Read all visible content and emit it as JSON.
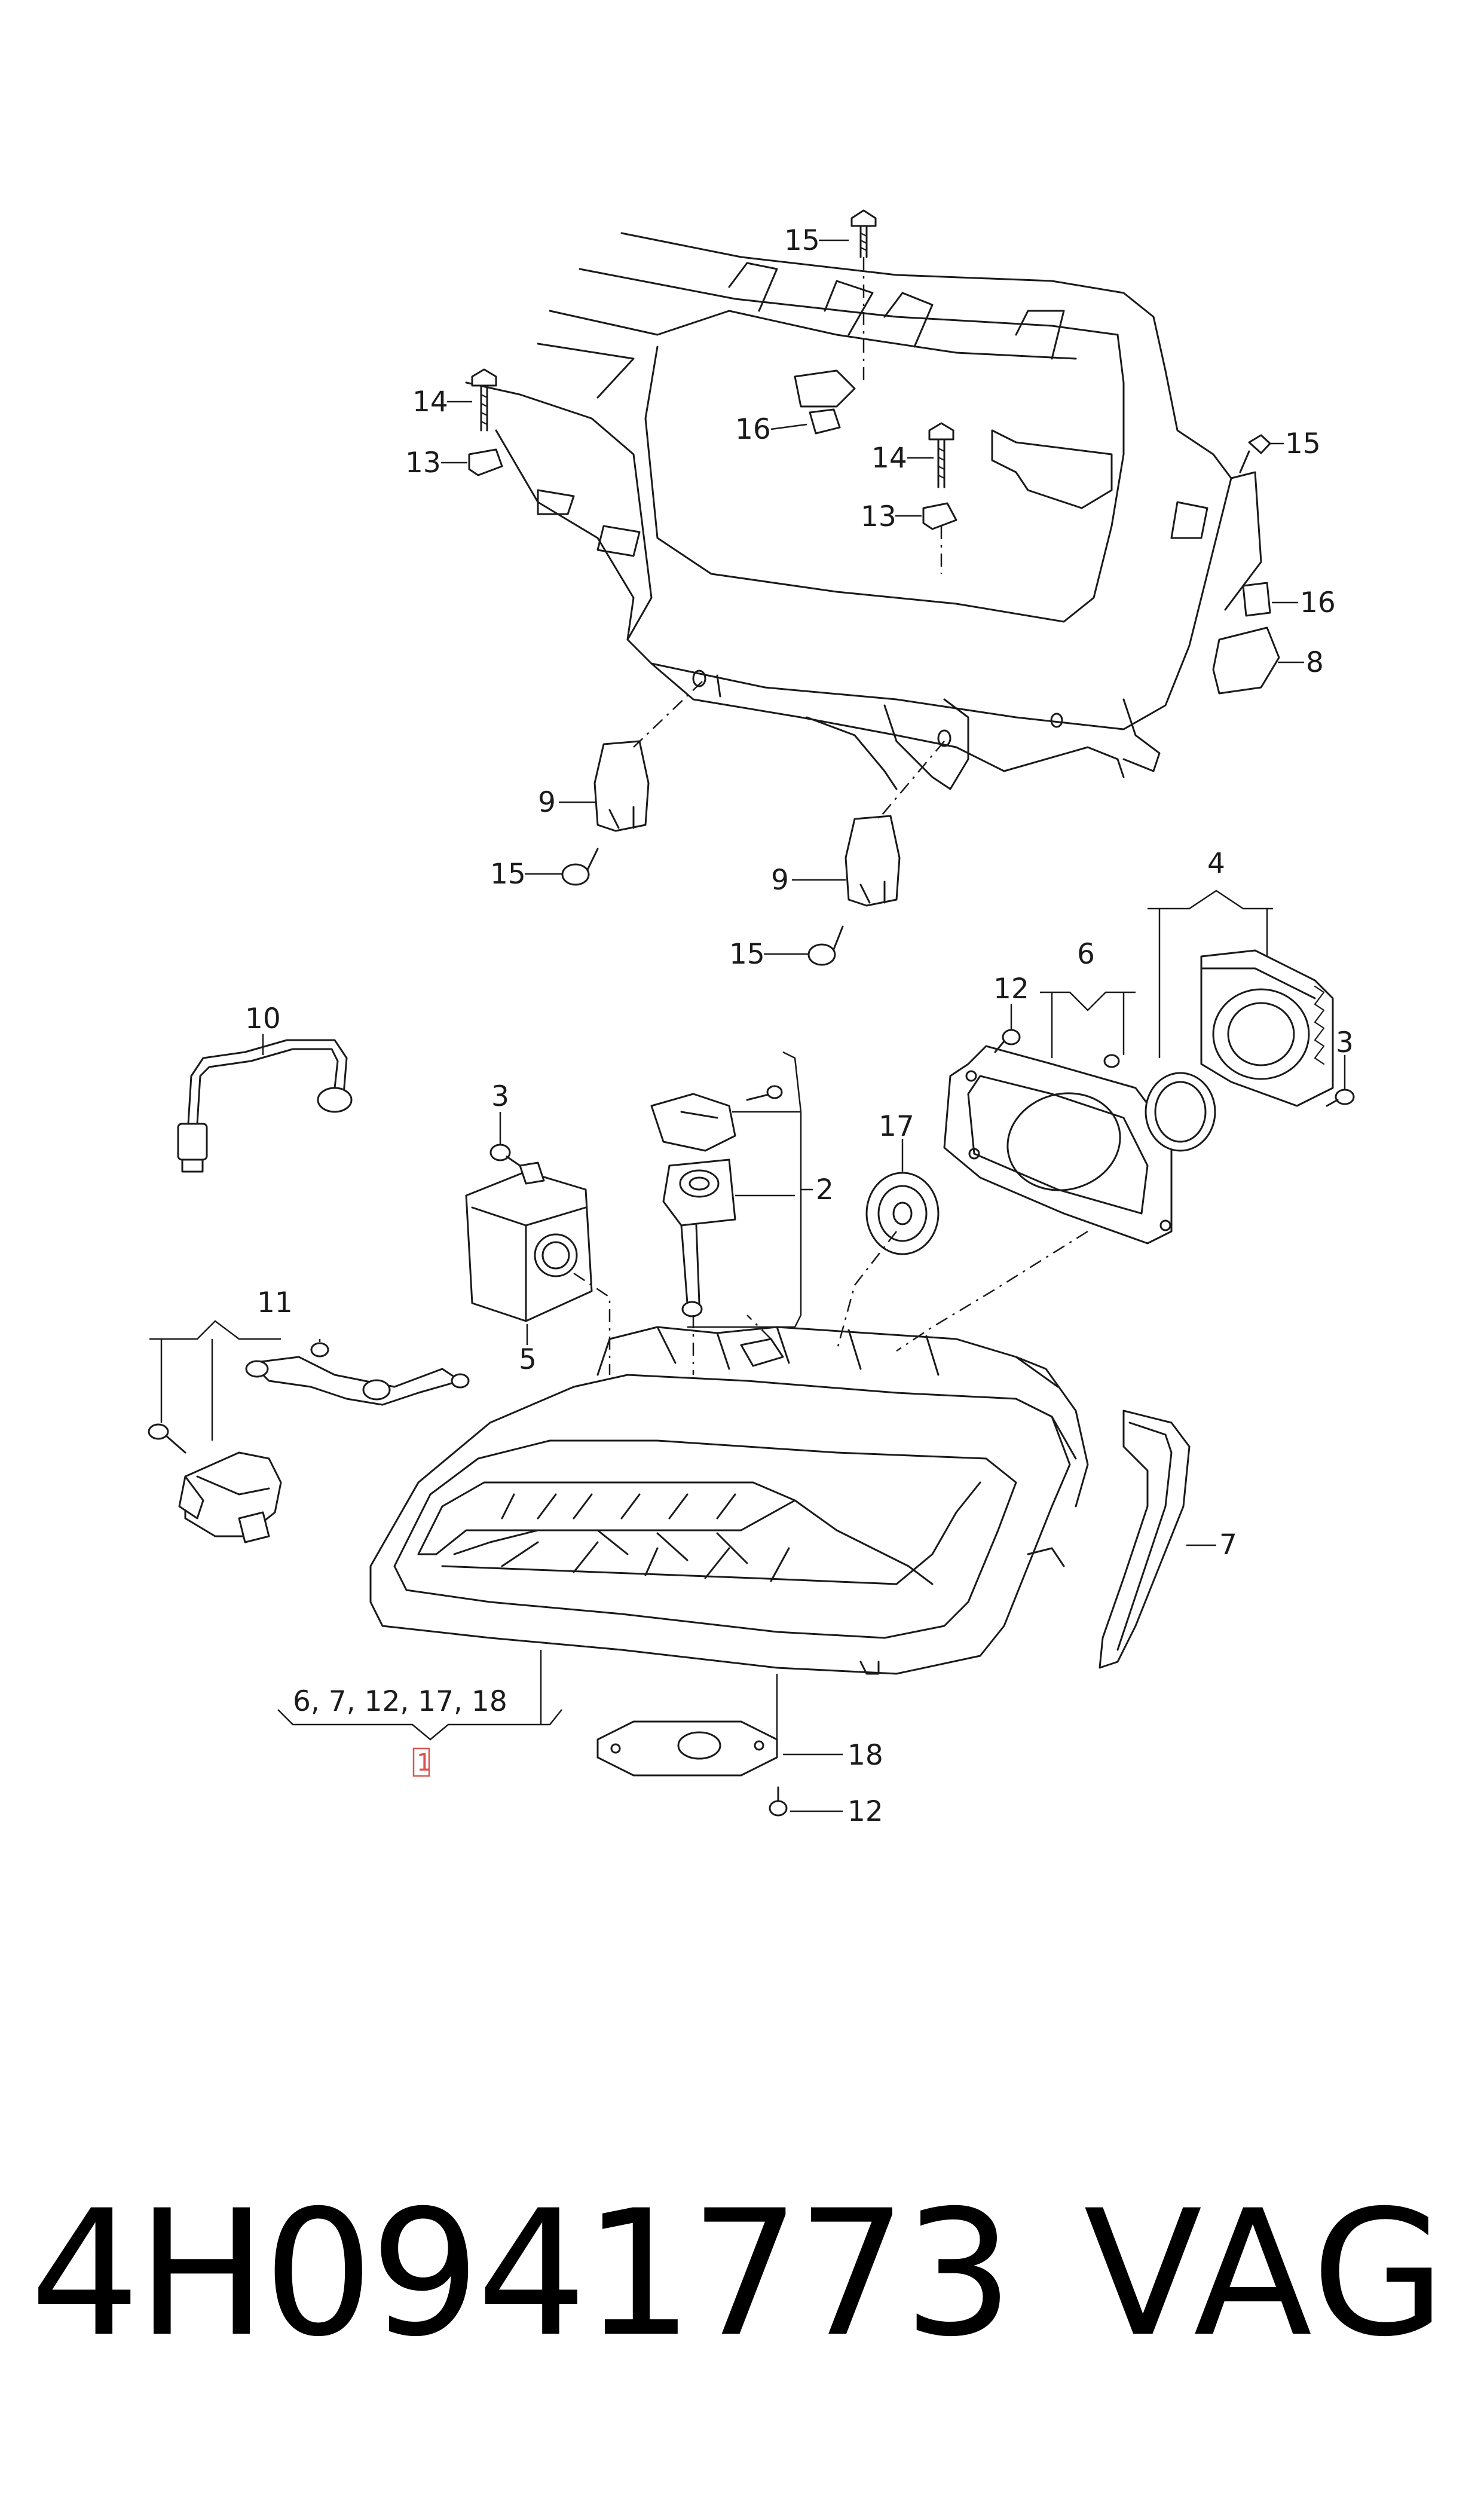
{
  "callouts": {
    "c1": "1",
    "c2": "2",
    "c3a": "3",
    "c3b": "3",
    "c4": "4",
    "c5": "5",
    "c6": "6",
    "c7": "7",
    "c8": "8",
    "c9a": "9",
    "c9b": "9",
    "c10": "10",
    "c11": "11",
    "c12a": "12",
    "c12b": "12",
    "c13a": "13",
    "c13b": "13",
    "c14a": "14",
    "c14b": "14",
    "c15a": "15",
    "c15b": "15",
    "c15c": "15",
    "c15d": "15",
    "c16a": "16",
    "c16b": "16",
    "c17": "17",
    "c18": "18",
    "group1": "6, 7, 12, 17, 18"
  },
  "footer": {
    "part_number": "4H0941773",
    "brand": "VAG"
  },
  "colors": {
    "line": "#1a1a1a",
    "highlight": "#d9534f",
    "background": "#ffffff"
  }
}
